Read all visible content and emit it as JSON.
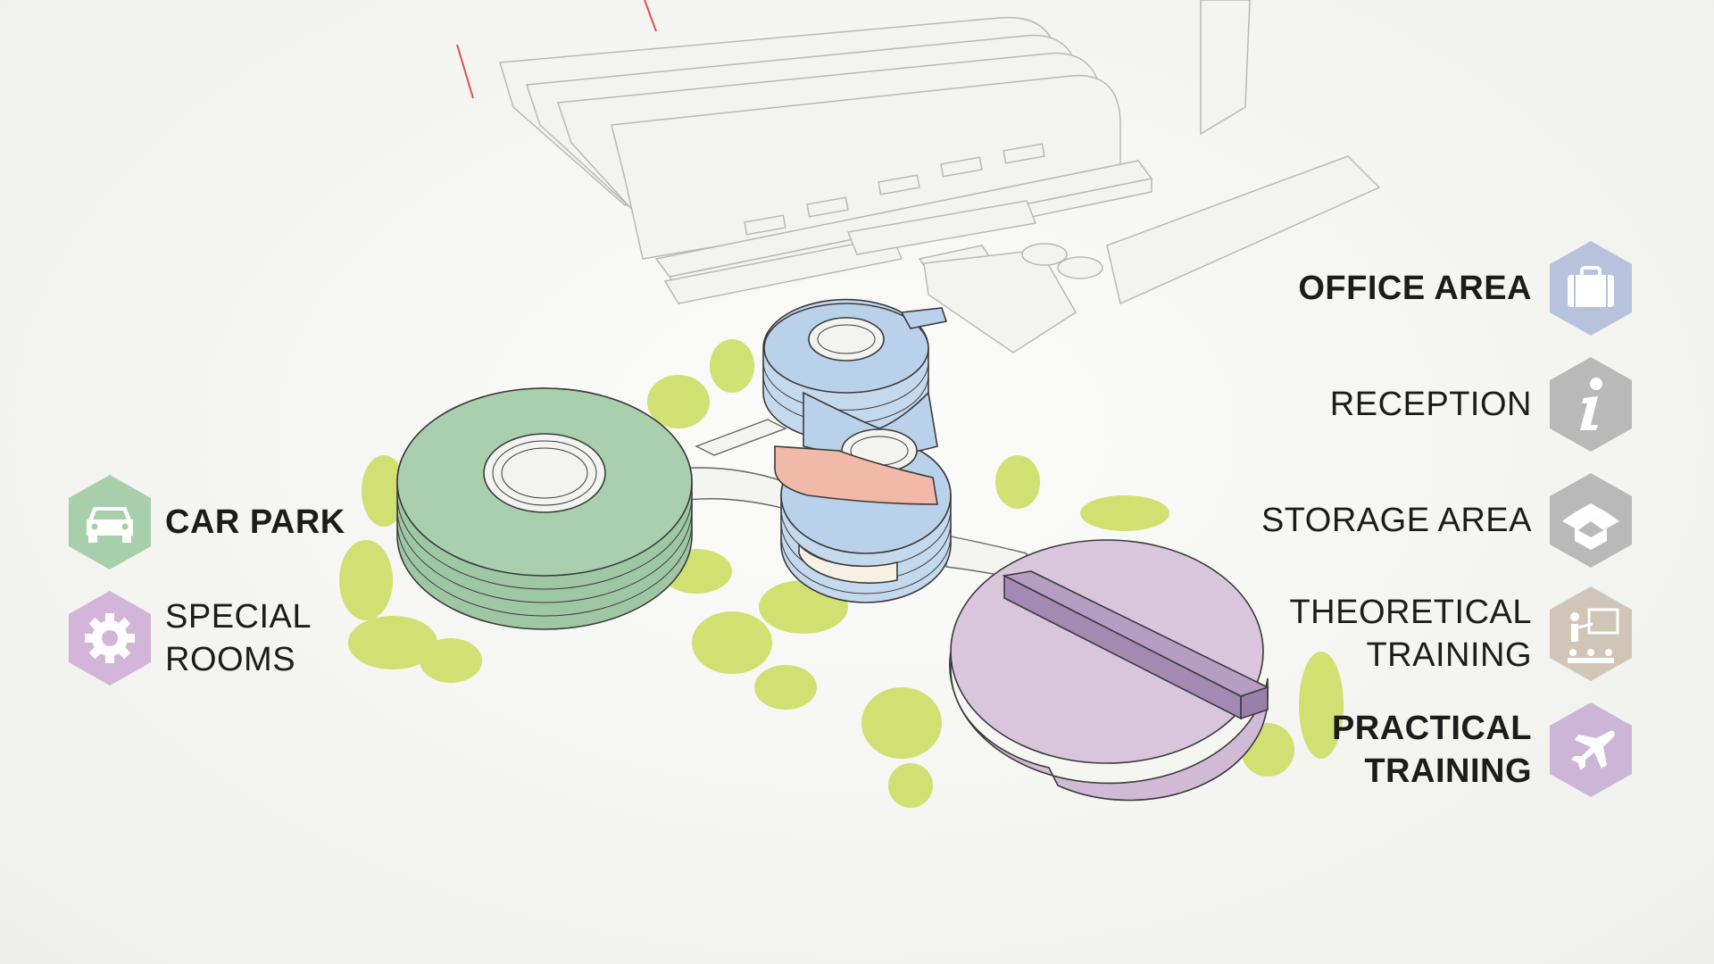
{
  "legend": {
    "right": [
      {
        "id": "office-area",
        "lines": [
          "OFFICE AREA"
        ],
        "bold": true,
        "color": "#b7c3dd",
        "icon": "briefcase-icon"
      },
      {
        "id": "reception",
        "lines": [
          "RECEPTION"
        ],
        "bold": false,
        "color": "#b9b9b9",
        "icon": "info-icon"
      },
      {
        "id": "storage-area",
        "lines": [
          "STORAGE AREA"
        ],
        "bold": false,
        "color": "#b9b9b9",
        "icon": "box-icon"
      },
      {
        "id": "theoretical-training",
        "lines": [
          "THEORETICAL",
          "TRAINING"
        ],
        "bold": false,
        "color": "#cfc6b8",
        "icon": "presenter-icon"
      },
      {
        "id": "practical-training",
        "lines": [
          "PRACTICAL",
          "TRAINING"
        ],
        "bold": true,
        "color": "#cdb5d8",
        "icon": "airplane-icon"
      }
    ],
    "left": [
      {
        "id": "car-park",
        "lines": [
          "CAR PARK"
        ],
        "bold": true,
        "color": "#a8cfab",
        "icon": "car-icon"
      },
      {
        "id": "special-rooms",
        "lines": [
          "SPECIAL",
          "ROOMS"
        ],
        "bold": false,
        "color": "#d2b5d8",
        "icon": "gear-icon"
      }
    ]
  },
  "zone_colors": {
    "car_park": "#a9cfae",
    "office": "#b9d1ea",
    "reception": "#f2b9a8",
    "practical": "#d9c6dd",
    "practical_bar": "#b59dc4",
    "hangar": "#f2f2ef",
    "trees": "#c9dd5a"
  }
}
